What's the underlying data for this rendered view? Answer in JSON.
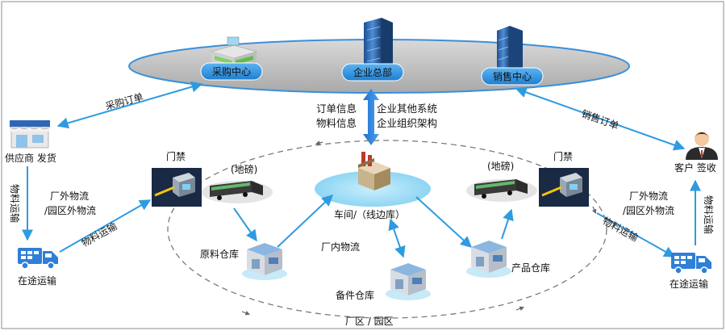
{
  "colors": {
    "accent_blue": "#3b8fd9",
    "arrow_blue": "#2e9be0",
    "hq_ellipse": "#bdbdbd",
    "pill": "#2f8fe0",
    "lake": "#9fdcf5",
    "dash": "#777777"
  },
  "hq": {
    "purchase_center": "采购中心",
    "headquarters": "企业总部",
    "sales_center": "销售中心"
  },
  "info_flow": {
    "left_line1": "订单信息",
    "left_line2": "物料信息",
    "right_line1": "企业其他系统",
    "right_line2": "企业组织架构"
  },
  "left": {
    "supplier": "供应商 发货",
    "purchase_order": "采购订单",
    "material_transport_vertical": "物料运输",
    "external_logistics_line1": "厂外物流",
    "external_logistics_line2": "/园区外物流",
    "material_transport_diagonal": "物料运输",
    "in_transit": "在途运输",
    "gate": "门禁",
    "weighbridge": "(地磅)"
  },
  "right": {
    "customer": "客户 签收",
    "sales_order": "销售订单",
    "material_transport_vertical": "物料运输",
    "external_logistics_line1": "厂外物流",
    "external_logistics_line2": "/园区外物流",
    "material_transport_diagonal": "物料运输",
    "in_transit": "在途运输",
    "gate": "门禁",
    "weighbridge": "(地磅)"
  },
  "plant": {
    "workshop": "车间/（线边库）",
    "raw_warehouse": "原料仓库",
    "internal_logistics": "厂内物流",
    "product_warehouse": "产品仓库",
    "spare_warehouse": "备件仓库",
    "park_label": "厂区 / 园区"
  },
  "icons": {
    "purchase_building": "purchase-building-icon",
    "hq_tower": "hq-tower-icon",
    "sales_tower": "sales-tower-icon",
    "store": "store-icon",
    "customer": "customer-icon",
    "truck": "truck-icon",
    "gate": "gate-icon",
    "weighbridge_truck": "weighbridge-truck-icon",
    "factory": "factory-icon",
    "warehouse": "warehouse-icon"
  }
}
